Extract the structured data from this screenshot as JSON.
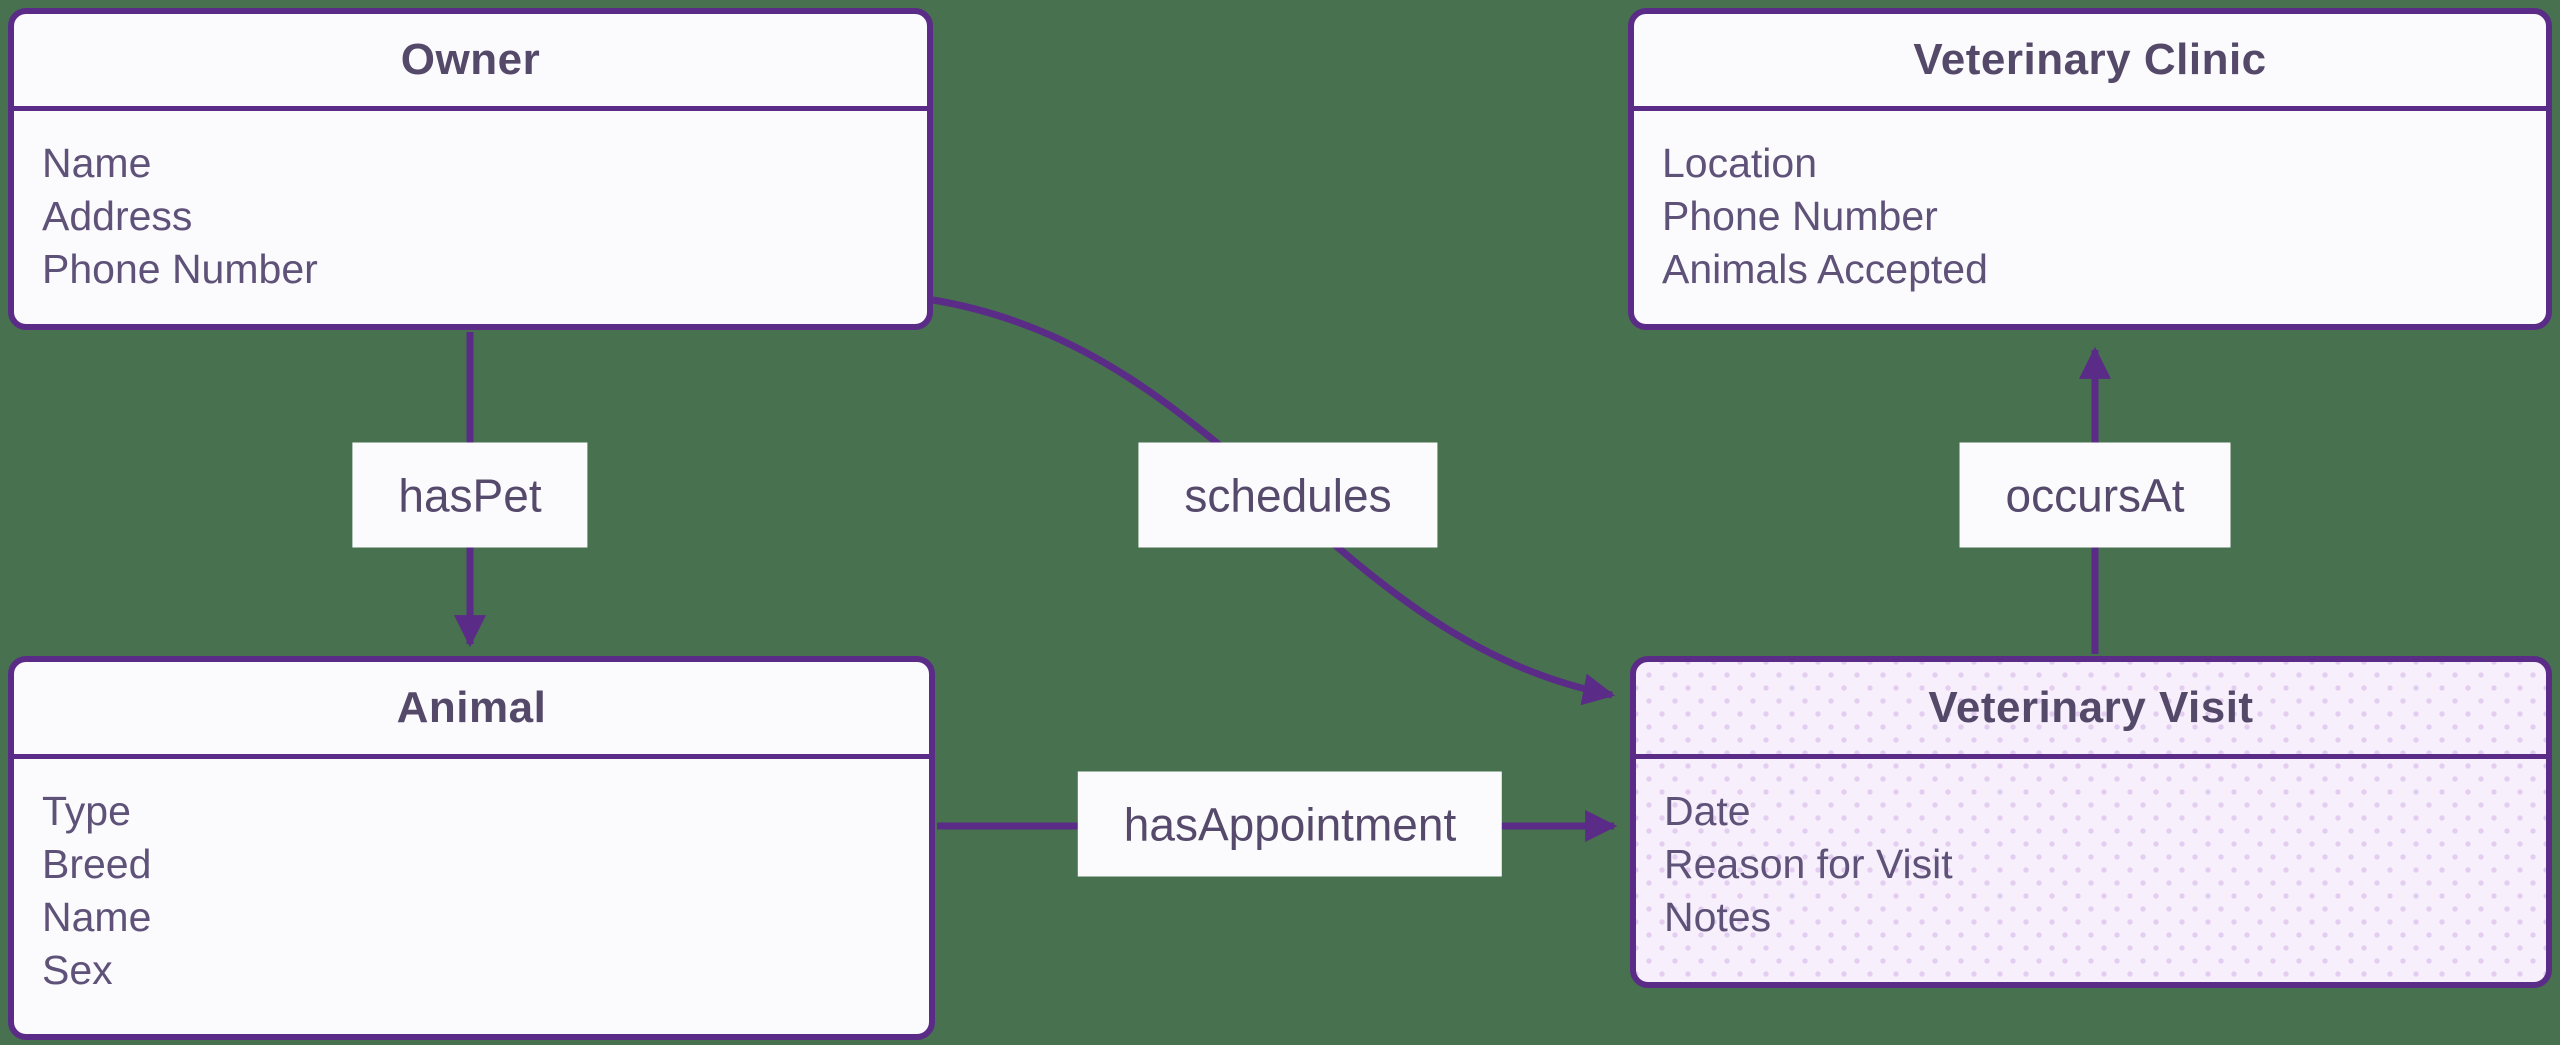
{
  "diagram": {
    "type": "entity-relationship-diagram",
    "background_color": "#48714f",
    "accent_color": "#5a2c87",
    "entity_fill": "#fbfafd",
    "highlighted_entity_fill": "#f8effc",
    "title_text_color": "#55496a",
    "attribute_text_color": "#5f5278",
    "label_fill": "#fbfafc"
  },
  "entities": [
    {
      "id": "owner",
      "title": "Owner",
      "attributes": [
        "Name",
        "Address",
        "Phone Number"
      ]
    },
    {
      "id": "veterinary-clinic",
      "title": "Veterinary Clinic",
      "attributes": [
        "Location",
        "Phone Number",
        "Animals Accepted"
      ]
    },
    {
      "id": "animal",
      "title": "Animal",
      "attributes": [
        "Type",
        "Breed",
        "Name",
        "Sex"
      ]
    },
    {
      "id": "veterinary-visit",
      "title": "Veterinary Visit",
      "highlighted": true,
      "attributes": [
        "Date",
        "Reason for Visit",
        "Notes"
      ]
    }
  ],
  "relationships": [
    {
      "id": "hasPet",
      "label": "hasPet",
      "from": "Owner",
      "to": "Animal"
    },
    {
      "id": "schedules",
      "label": "schedules",
      "from": "Owner",
      "to": "Veterinary Visit"
    },
    {
      "id": "hasAppointment",
      "label": "hasAppointment",
      "from": "Animal",
      "to": "Veterinary Visit"
    },
    {
      "id": "occursAt",
      "label": "occursAt",
      "from": "Veterinary Visit",
      "to": "Veterinary Clinic"
    }
  ]
}
